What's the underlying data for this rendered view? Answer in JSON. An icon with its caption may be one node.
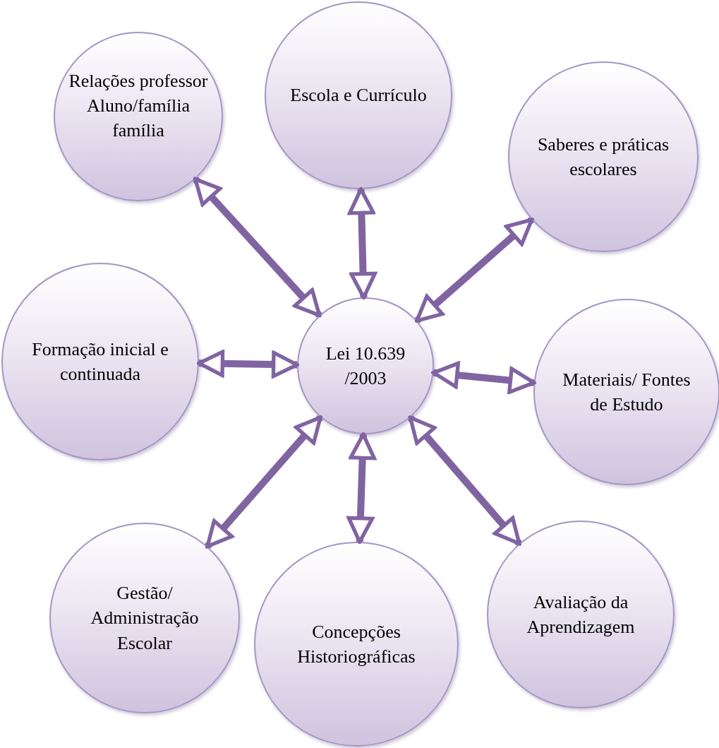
{
  "diagram": {
    "nodes": [
      {
        "text": [
          "Relações professor Aluno/família família"
        ]
      },
      {
        "text": [
          "Escola e Currículo"
        ]
      },
      {
        "text": [
          "Saberes e práticas escolares"
        ]
      },
      {
        "text": [
          "Formação inicial e continuada"
        ]
      },
      {
        "text": [
          "Lei 10.639 /2003"
        ]
      },
      {
        "text": [
          "Materiais/ Fontes de Estudo"
        ]
      },
      {
        "text": [
          "Gestão/ Administração Escolar"
        ]
      },
      {
        "text": [
          "Concepções Historiográficas"
        ]
      },
      {
        "text": [
          "Avaliação da Aprendizagem"
        ]
      }
    ],
    "edges": [
      {
        "from": 4,
        "to": 0,
        "arrow": "both"
      },
      {
        "from": 4,
        "to": 1,
        "arrow": "both"
      },
      {
        "from": 4,
        "to": 2,
        "arrow": "both"
      },
      {
        "from": 4,
        "to": 3,
        "arrow": "both"
      },
      {
        "from": 4,
        "to": 5,
        "arrow": "both"
      },
      {
        "from": 4,
        "to": 6,
        "arrow": "both"
      },
      {
        "from": 4,
        "to": 7,
        "arrow": "both"
      },
      {
        "from": 4,
        "to": 8,
        "arrow": "both"
      }
    ]
  }
}
